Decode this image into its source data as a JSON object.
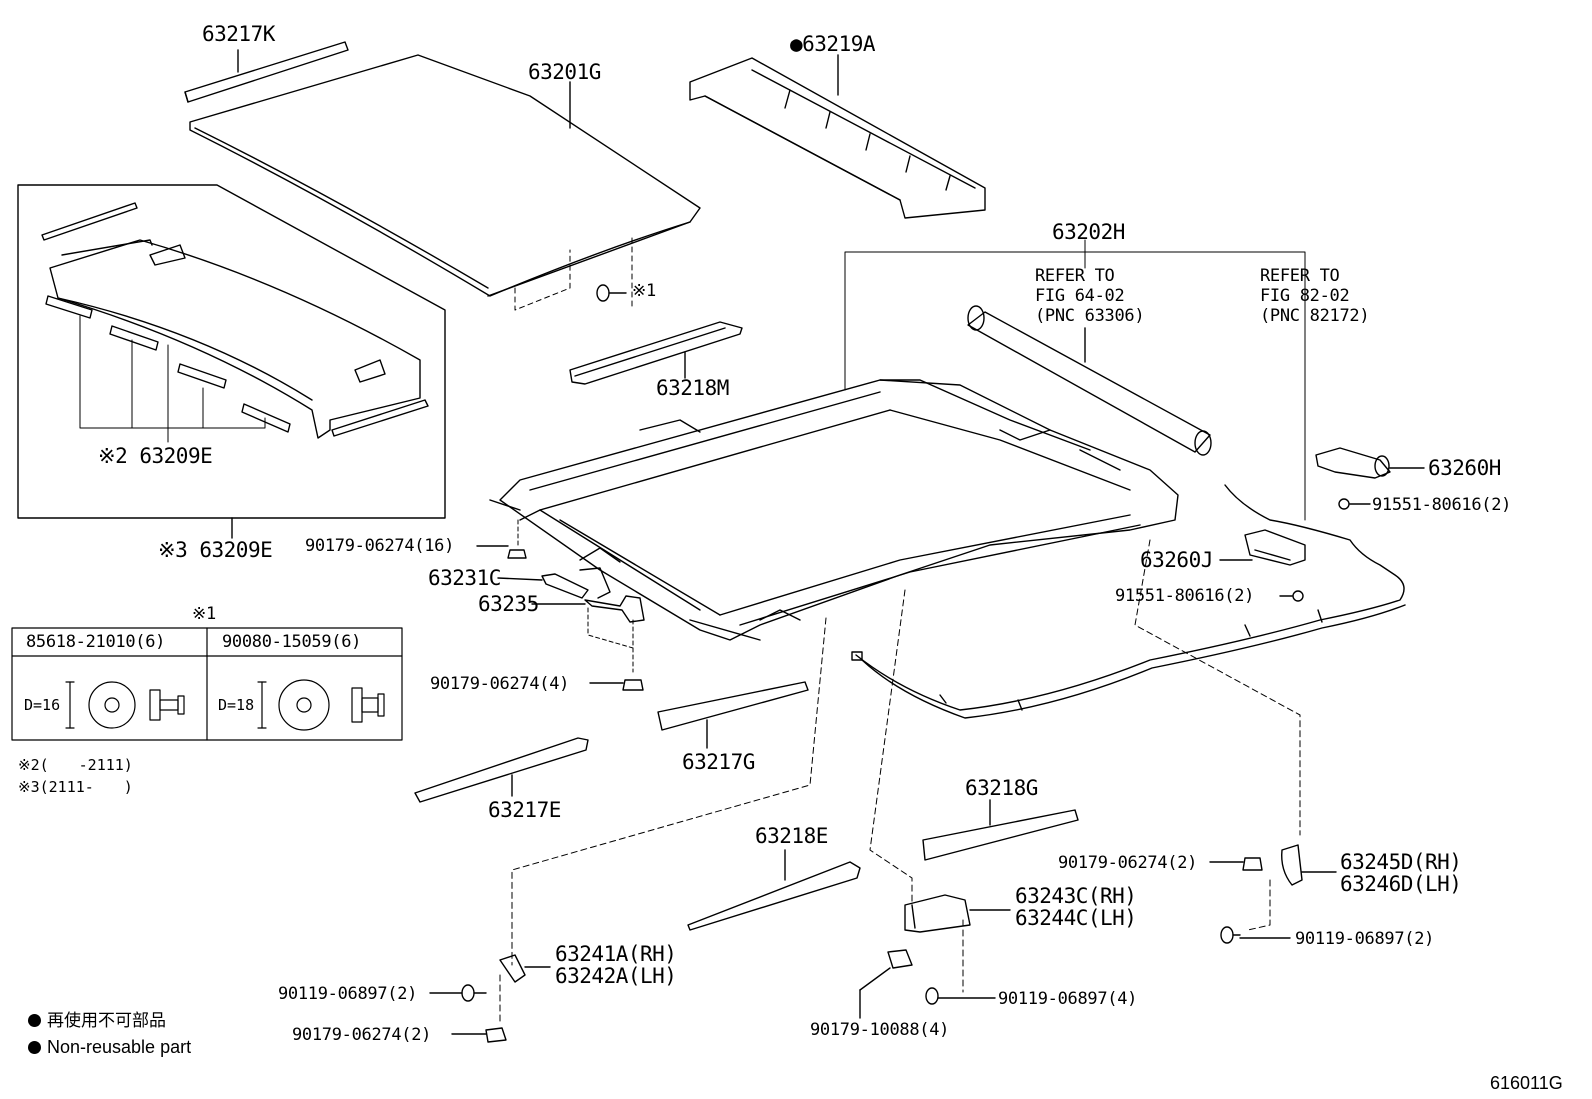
{
  "parts": {
    "p63217K": "63217K",
    "p63201G": "63201G",
    "p63219A": "●63219A",
    "p63202H": "63202H",
    "p63218M": "63218M",
    "p63209E_2": "※2 63209E",
    "p63209E_3": "※3 63209E",
    "p90179_06274_16": "90179-06274(16)",
    "p63231C": "63231C",
    "p63235": "63235",
    "p90179_06274_4": "90179-06274(4)",
    "p63217G": "63217G",
    "p63217E": "63217E",
    "p63218E": "63218E",
    "p63218G": "63218G",
    "p63260H": "63260H",
    "p91551_a": "91551-80616(2)",
    "p63260J": "63260J",
    "p91551_b": "91551-80616(2)",
    "p90179_06274_2a": "90179-06274(2)",
    "p63245D": "63245D(RH)",
    "p63246D": "63246D(LH)",
    "p90119_06897_2a": "90119-06897(2)",
    "p63243C": "63243C(RH)",
    "p63244C": "63244C(LH)",
    "p90119_06897_4": "90119-06897(4)",
    "p90179_10088_4": "90179-10088(4)",
    "p63241A": "63241A(RH)",
    "p63242A": "63242A(LH)",
    "p90119_06897_2b": "90119-06897(2)",
    "p90179_06274_2b": "90179-06274(2)",
    "ref1_l1": "REFER TO",
    "ref1_l2": "FIG 64-02",
    "ref1_l3": "(PNC 63306)",
    "ref2_l1": "REFER TO",
    "ref2_l2": "FIG 82-02",
    "ref2_l3": "(PNC 82172)",
    "mark1": "※1"
  },
  "clip_table": {
    "title": "※1",
    "col1_header": "85618-21010(6)",
    "col2_header": "90080-15059(6)",
    "col1_dim": "D=16",
    "col2_dim": "D=18"
  },
  "notes": {
    "note2": "※2(　　-2111)",
    "note3": "※3(2111-　　)"
  },
  "legend": {
    "ja": "再使用不可部品",
    "en": "Non-reusable part"
  },
  "figure_id": "616011G"
}
